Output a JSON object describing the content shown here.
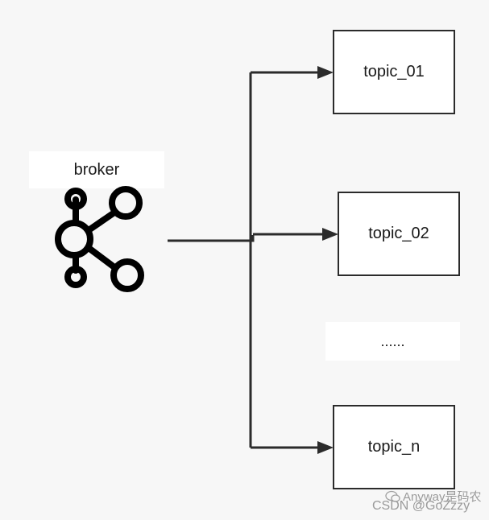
{
  "broker": {
    "label": "broker"
  },
  "topics": [
    {
      "label": "topic_01"
    },
    {
      "label": "topic_02"
    },
    {
      "label": "......"
    },
    {
      "label": "topic_n"
    }
  ],
  "watermark": {
    "line1": "Anyway是码农",
    "line2": "CSDN @GoZzzy"
  },
  "colors": {
    "line": "#2b2b2b",
    "background": "#f7f7f7",
    "box": "#ffffff"
  },
  "icon": "kafka-logo-icon"
}
